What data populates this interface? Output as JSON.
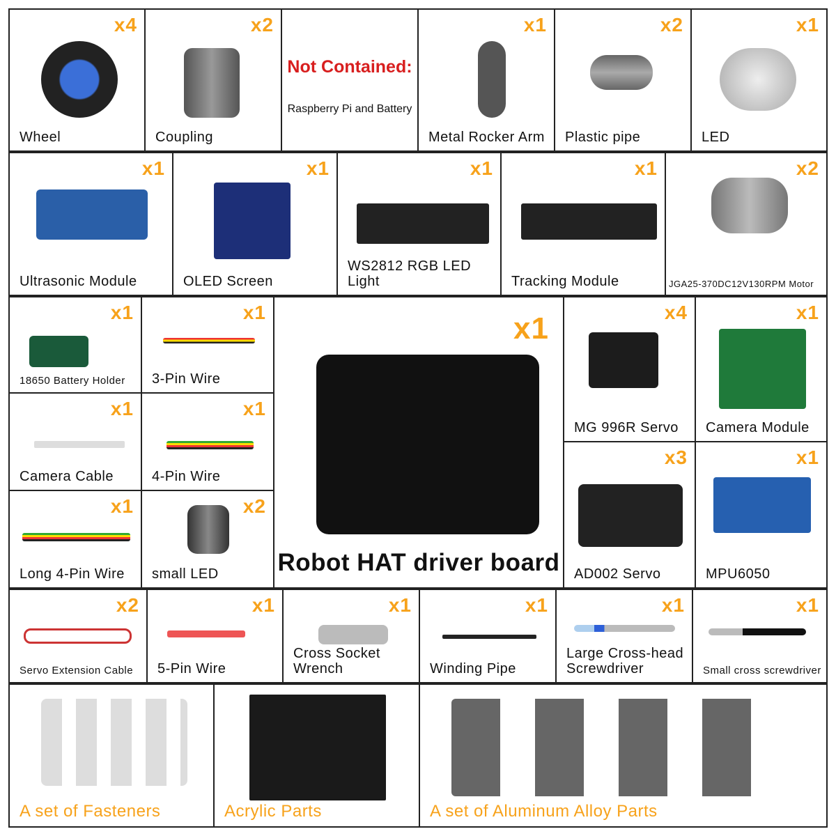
{
  "colors": {
    "quantity": "#f7a21b",
    "not_contained": "#d81e1e",
    "border": "#222222"
  },
  "not_contained": {
    "title": "Not Contained:",
    "text": "Raspberry Pi and Battery"
  },
  "items": [
    {
      "label": "Wheel",
      "qty": "x4",
      "icon": "wheel-icon"
    },
    {
      "label": "Coupling",
      "qty": "x2",
      "icon": "coupling-icon"
    },
    {
      "label": "Metal Rocker Arm",
      "qty": "x1",
      "icon": "rocker-arm-icon"
    },
    {
      "label": "Plastic pipe",
      "qty": "x2",
      "icon": "pipe-icon"
    },
    {
      "label": "LED",
      "qty": "x1",
      "icon": "led-icon"
    },
    {
      "label": "Ultrasonic Module",
      "qty": "x1",
      "icon": "ultrasonic-icon"
    },
    {
      "label": "OLED Screen",
      "qty": "x1",
      "icon": "oled-icon"
    },
    {
      "label": "WS2812 RGB LED Light",
      "qty": "x1",
      "icon": "rgb-led-icon"
    },
    {
      "label": "Tracking Module",
      "qty": "x1",
      "icon": "tracking-module-icon"
    },
    {
      "label": "JGA25-370DC12V130RPM Motor",
      "qty": "x2",
      "icon": "motor-icon"
    },
    {
      "label": "18650 Battery Holder",
      "qty": "x1",
      "icon": "battery-holder-icon"
    },
    {
      "label": "3-Pin Wire",
      "qty": "x1",
      "icon": "wire-icon"
    },
    {
      "label": "Camera Cable",
      "qty": "x1",
      "icon": "cable-icon"
    },
    {
      "label": "4-Pin Wire",
      "qty": "x1",
      "icon": "wire-icon"
    },
    {
      "label": "Long 4-Pin Wire",
      "qty": "x1",
      "icon": "wire-icon"
    },
    {
      "label": "small LED",
      "qty": "x2",
      "icon": "small-led-icon"
    },
    {
      "label": "Robot HAT driver board",
      "qty": "x1",
      "icon": "driver-board-icon"
    },
    {
      "label": "MG 996R Servo",
      "qty": "x4",
      "icon": "servo-icon"
    },
    {
      "label": "Camera Module",
      "qty": "x1",
      "icon": "camera-icon"
    },
    {
      "label": "AD002 Servo",
      "qty": "x3",
      "icon": "servo-icon"
    },
    {
      "label": "MPU6050",
      "qty": "x1",
      "icon": "sensor-board-icon"
    },
    {
      "label": "Servo Extension Cable",
      "qty": "x2",
      "icon": "cable-icon"
    },
    {
      "label": "5-Pin Wire",
      "qty": "x1",
      "icon": "wire-icon"
    },
    {
      "label": "Cross Socket Wrench",
      "qty": "x1",
      "icon": "wrench-icon"
    },
    {
      "label": "Winding Pipe",
      "qty": "x1",
      "icon": "winding-pipe-icon"
    },
    {
      "label": "Large Cross-head Screwdriver",
      "qty": "x1",
      "icon": "screwdriver-icon"
    },
    {
      "label": "Small cross screwdriver",
      "qty": "x1",
      "icon": "screwdriver-icon"
    },
    {
      "label": "A set of Fasteners",
      "qty": "",
      "icon": "fasteners-icon"
    },
    {
      "label": "Acrylic Parts",
      "qty": "",
      "icon": "acrylic-panel-icon"
    },
    {
      "label": "A set of Aluminum Alloy Parts",
      "qty": "",
      "icon": "aluminum-parts-icon"
    }
  ]
}
